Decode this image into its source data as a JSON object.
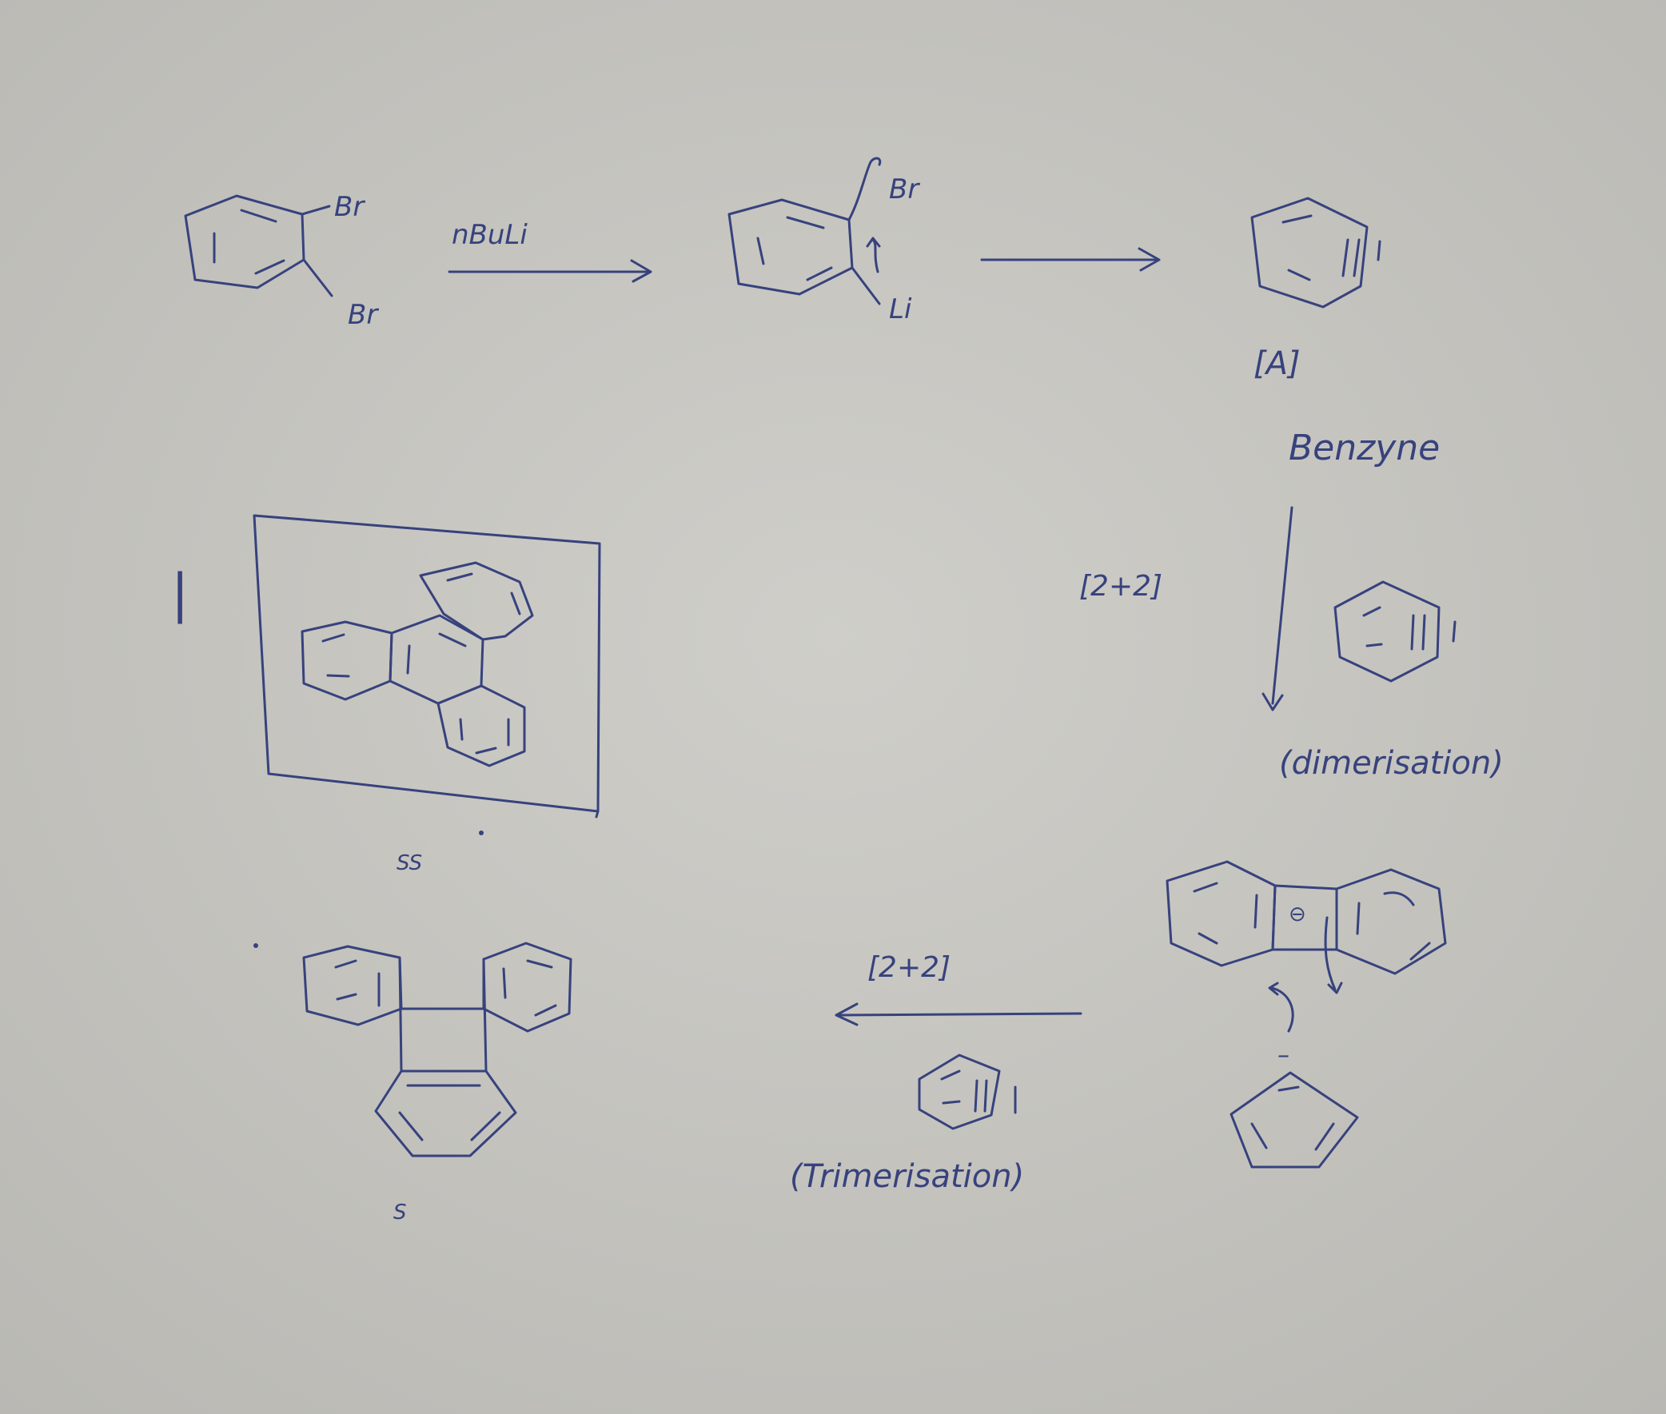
{
  "labels": {
    "br_top": "Br",
    "br_bottom": "Br",
    "reagent": "nBuLi",
    "int_br": "Br",
    "int_li": "Li",
    "product_a": "[A]",
    "benzyne": "Benzyne",
    "step_dimer": "[2+2]",
    "dimerisation": "(dimerisation)",
    "step_trimer": "[2+2]",
    "trimerisation": "(Trimerisation)",
    "anion_charge": "⊖",
    "anion_minus": "–",
    "mark_boxed": "SS",
    "mark_bottom": "S",
    "side_mark": "|"
  },
  "colors": {
    "ink": "#37427d",
    "paper": "#c7c6c1"
  }
}
